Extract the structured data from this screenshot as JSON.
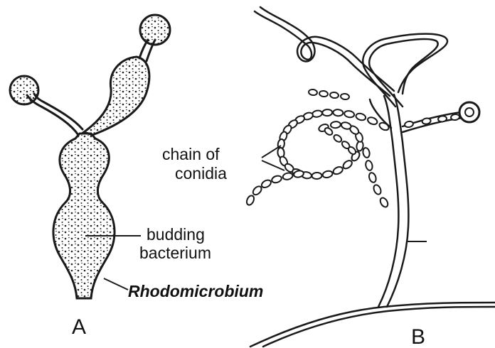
{
  "labels": {
    "chain_line1": "chain of",
    "chain_line2": "conidia",
    "budding_line1": "budding",
    "budding_line2": "bacterium",
    "organism": "Rhodomicrobium",
    "panel_a": "A",
    "panel_b": "B"
  },
  "colors": {
    "ink": "#1a1a1a",
    "background": "#ffffff",
    "cell_fill": "#fbfbfb"
  }
}
